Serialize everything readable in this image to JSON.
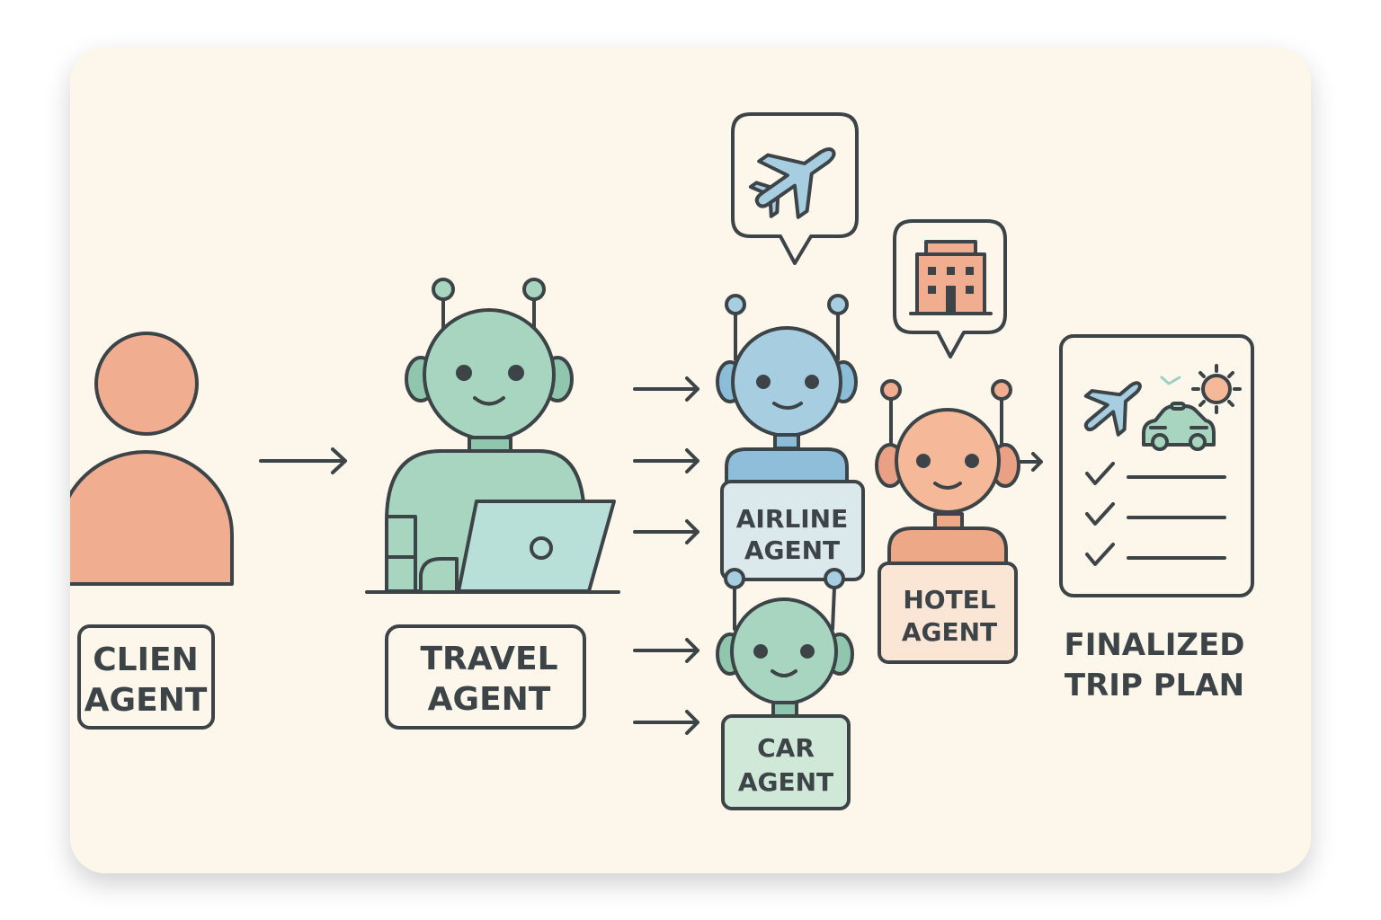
{
  "labels": {
    "client": [
      "CLIEN",
      "AGENT"
    ],
    "travel": [
      "TRAVEL",
      "AGENT"
    ],
    "airline": [
      "AIRLINE",
      "AGENT"
    ],
    "car": [
      "CAR",
      "AGENT"
    ],
    "hotel": [
      "HOTEL",
      "AGENT"
    ],
    "plan": [
      "FINALIZED",
      "TRIP PLAN"
    ]
  },
  "colors": {
    "background": "#fdf6ea",
    "outline": "#3d4448",
    "client": "#f1ad8f",
    "travel": "#a8d5bf",
    "airline": "#a7cde0",
    "car": "#a8d5bf",
    "hotel": "#f5b898"
  }
}
